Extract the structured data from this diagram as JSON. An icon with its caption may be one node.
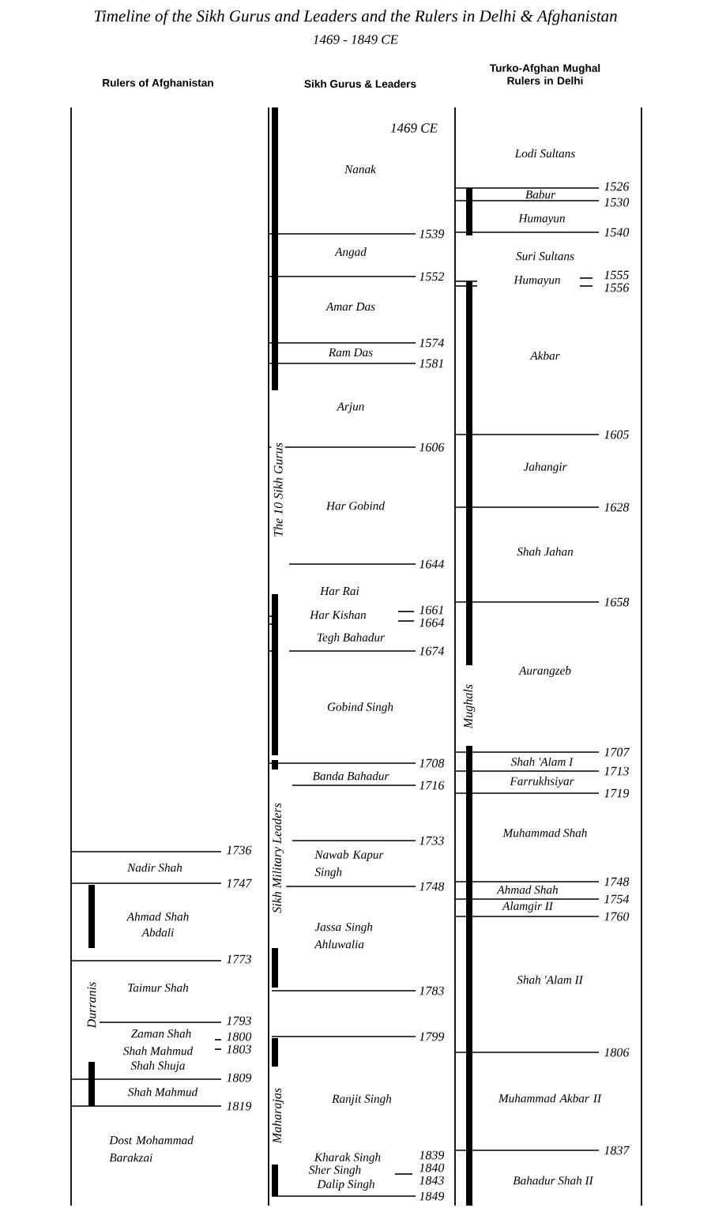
{
  "diagram": {
    "title": "Timeline of the Sikh Gurus and Leaders and the Rulers in Delhi & Afghanistan",
    "labels": [
      "1469 - 1849 CE",
      "Rulers of Afghanistan",
      "Sikh Gurus & Leaders",
      "Turko-Afghan Mughal Rulers in Delhi",
      "1736",
      "Nadir Shah",
      "1747",
      "Ahmad Shah Abdali",
      "1773",
      "Taimur Shah",
      "1793",
      "Zaman Shah",
      "1800",
      "Shah Mahmud",
      "1803",
      "Shah Shuja",
      "1809",
      "Shah Mahmud",
      "1819",
      "Dost Mohammad Barakzai",
      "Durranis",
      "1469 CE",
      "Nanak",
      "1539",
      "Angad",
      "1552",
      "Amar Das",
      "1574",
      "Ram Das",
      "1581",
      "Arjun",
      "1606",
      "Har Gobind",
      "1644",
      "Har Rai",
      "Har Kishan",
      "1661",
      "1664",
      "Tegh Bahadur",
      "1674",
      "Gobind Singh",
      "1708",
      "Banda Bahadur",
      "1716",
      "1733",
      "Nawab Kapur Singh",
      "1748",
      "Jassa Singh Ahluwalia",
      "1783",
      "1799",
      "Ranjit Singh",
      "Kharak Singh",
      "1839",
      "Sher Singh",
      "1840",
      "1843",
      "Dalip Singh",
      "1849",
      "The 10 Sikh Gurus",
      "Sikh Military Leaders",
      "Maharajas",
      "Lodi Sultans",
      "1526",
      "Babur",
      "1530",
      "Humayun",
      "1540",
      "Suri Sultans",
      "Humayun",
      "1555",
      "1556",
      "Akbar",
      "1605",
      "Jahangir",
      "1628",
      "Shah Jahan",
      "1658",
      "Aurangzeb",
      "1707",
      "Shah 'Alam I",
      "1713",
      "Farrukhsiyar",
      "1719",
      "Muhammad Shah",
      "1748",
      "Ahmad Shah",
      "1754",
      "Alamgir II",
      "1760",
      "Shah 'Alam II",
      "1806",
      "Muhammad Akbar II",
      "1837",
      "Bahadur Shah II",
      "Mughals"
    ]
  }
}
